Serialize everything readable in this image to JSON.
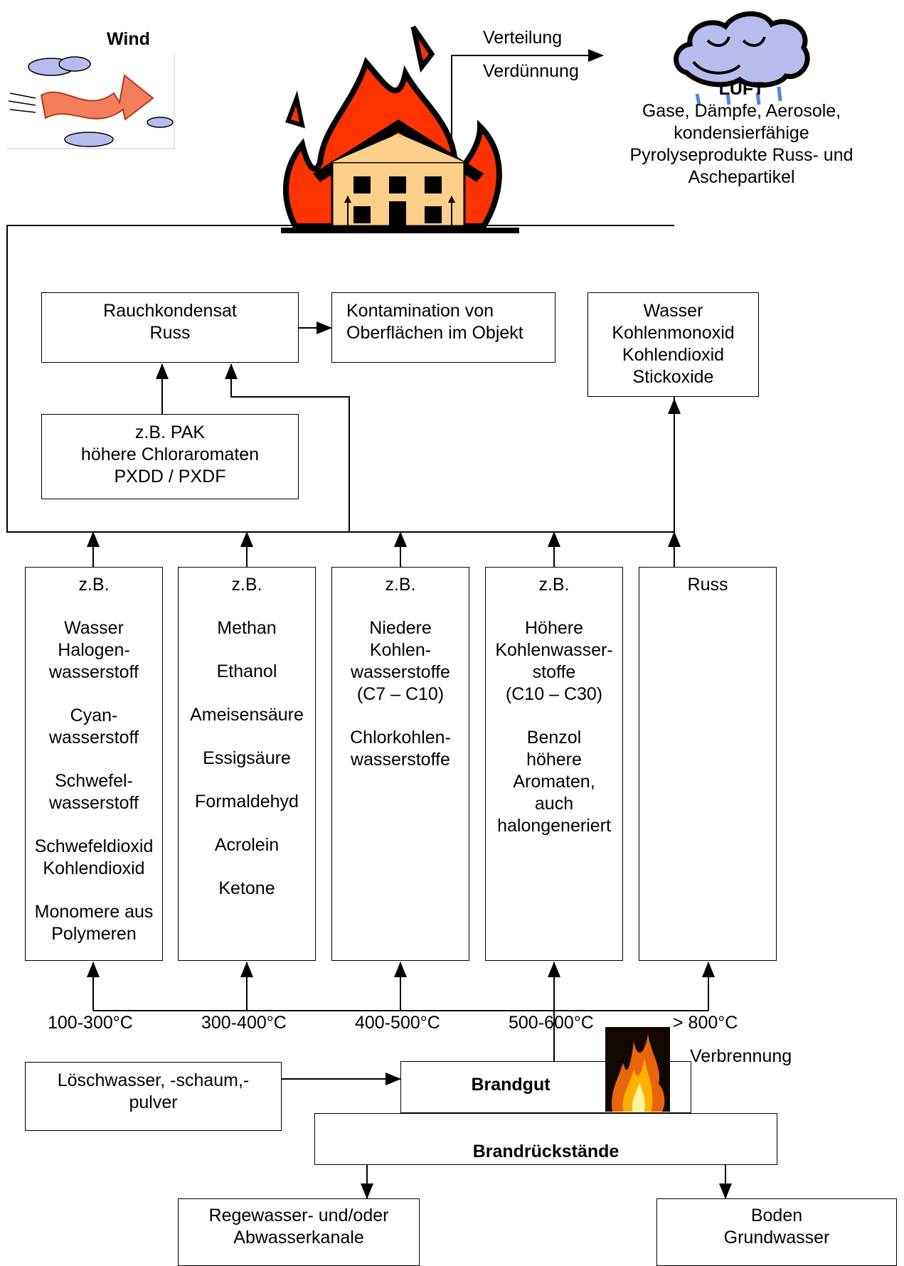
{
  "wind": {
    "label": "Wind"
  },
  "air_outflow": {
    "line1": "Verteilung",
    "line2": "Verdünnung"
  },
  "luft": {
    "title": "LUFT",
    "lines": [
      "Gase, Dämpfe, Aerosole,",
      "kondensierfähige",
      "Pyrolyseprodukte Russ- und",
      "Aschepartikel"
    ]
  },
  "rauchkondensat": {
    "line1": "Rauchkondensat",
    "line2": "Russ"
  },
  "kontamination": {
    "line1": "Kontamination von",
    "line2": "Oberflächen im Objekt"
  },
  "gases": {
    "lines": [
      "Wasser",
      "Kohlenmonoxid",
      "Kohlendioxid",
      "Stickoxide"
    ]
  },
  "pak": {
    "lines": [
      "z.B. PAK",
      "höhere Chloraromaten",
      "PXDD / PXDF"
    ]
  },
  "columns": [
    {
      "header": "z.B.",
      "groups": [
        [
          "Wasser",
          "Halogen-",
          "wasserstoff"
        ],
        [
          "Cyan-",
          "wasserstoff"
        ],
        [
          "Schwefel-",
          "wasserstoff"
        ],
        [
          "Schwefeldioxid",
          "Kohlendioxid"
        ],
        [
          "Monomere aus",
          "Polymeren"
        ]
      ]
    },
    {
      "header": "z.B.",
      "groups": [
        [
          "Methan"
        ],
        [
          "Ethanol"
        ],
        [
          "Ameisensäure"
        ],
        [
          "Essigsäure"
        ],
        [
          "Formaldehyd"
        ],
        [
          "Acrolein"
        ],
        [
          "Ketone"
        ]
      ]
    },
    {
      "header": "z.B.",
      "groups": [
        [
          "Niedere",
          "Kohlen-",
          "wasserstoffe",
          "(C7 – C10)"
        ],
        [
          "Chlorkohlen-",
          "wasserstoffe"
        ]
      ]
    },
    {
      "header": "z.B.",
      "groups": [
        [
          "Höhere",
          "Kohlenwasser-",
          "stoffe",
          "(C10 – C30)"
        ],
        [
          "Benzol",
          "höhere",
          "Aromaten,",
          "auch",
          "halongeneriert"
        ]
      ]
    },
    {
      "header": "Russ",
      "groups": []
    }
  ],
  "temperatures": [
    "100-300°C",
    "300-400°C",
    "400-500°C",
    "500-600°C",
    "> 800°C"
  ],
  "loeschwasser": {
    "line1": "Löschwasser, -schaum,-",
    "line2": "pulver"
  },
  "brandgut": {
    "label": "Brandgut"
  },
  "verbrennung": {
    "label": "Verbrennung"
  },
  "brandrueckstaende": {
    "label": "Brandrückstände"
  },
  "abwasser": {
    "line1": "Regewasser- und/oder",
    "line2": "Abwasserkanale"
  },
  "boden": {
    "line1": "Boden",
    "line2": "Grundwasser"
  },
  "colors": {
    "flame": "#ff3300",
    "house": "#fccf8a",
    "cloud": "#b8bcec",
    "rain": "#4f87e0",
    "wind_arrow": "#f47d5c",
    "line": "#000000"
  }
}
